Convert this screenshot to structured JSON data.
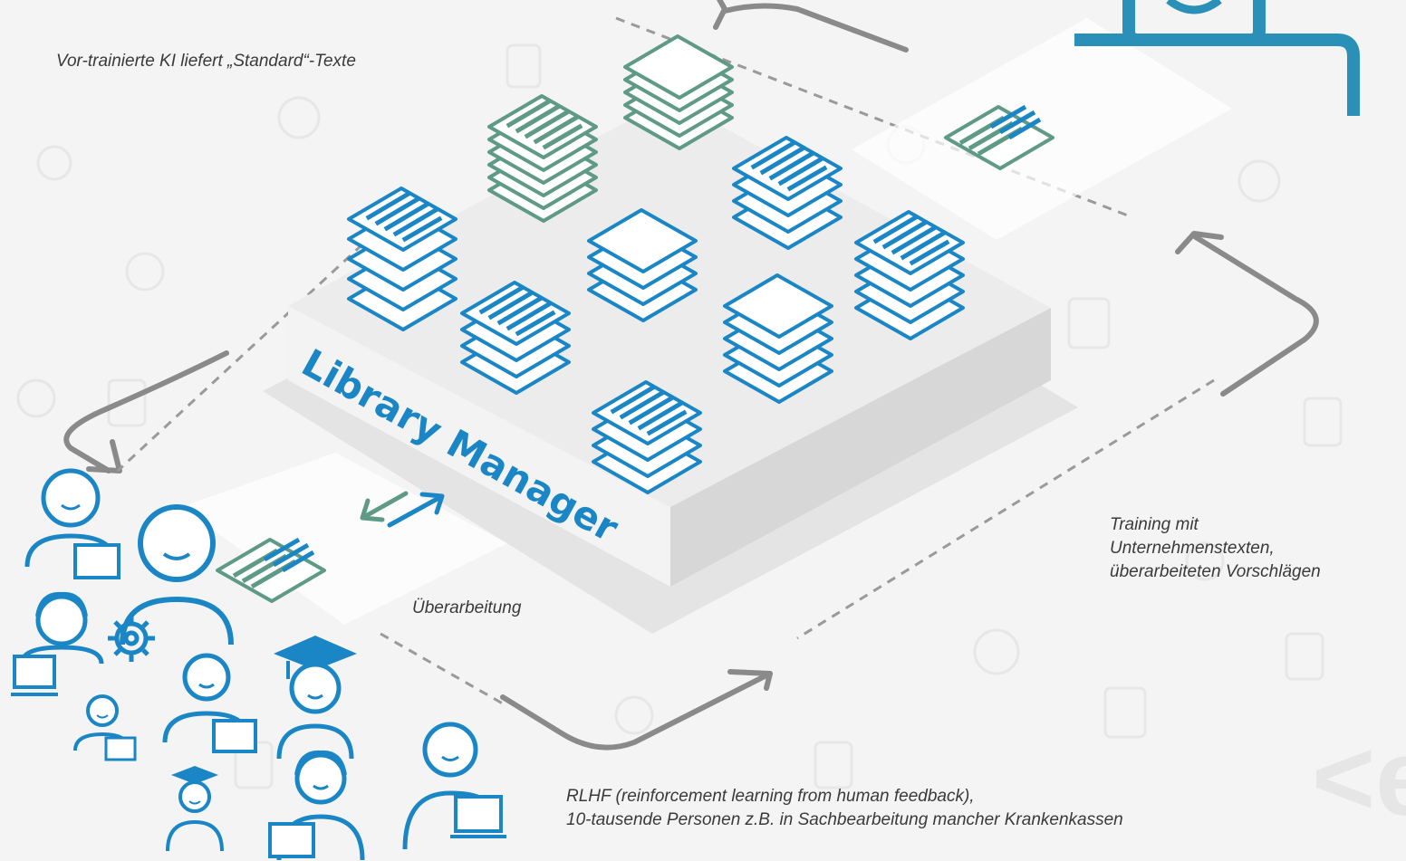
{
  "captions": {
    "pretrained": "Vor-trainierte KI liefert „Standard“-Texte",
    "revision": "Überarbeitung",
    "training": [
      "Training mit",
      "Unternehmenstexten,",
      "überarbeiteten Vorschlägen"
    ],
    "rlhf": [
      "RLHF (reinforcement learning from human feedback),",
      "10-tausende Personen z.B. in Sachbearbeitung mancher Krankenkassen"
    ]
  },
  "platform": {
    "label": "Library Manager"
  },
  "colors": {
    "blue": "#1a86c5",
    "green": "#5e9a86",
    "grey_line": "#8a8a8a",
    "dashed": "#9a9a9a",
    "teal_monitor": "#2a90b8"
  },
  "icons": [
    "document-stack-icon",
    "document-icon",
    "person-laptop-icon",
    "graduate-icon",
    "gear-icon",
    "exchange-arrows-icon",
    "monitor-icon"
  ]
}
